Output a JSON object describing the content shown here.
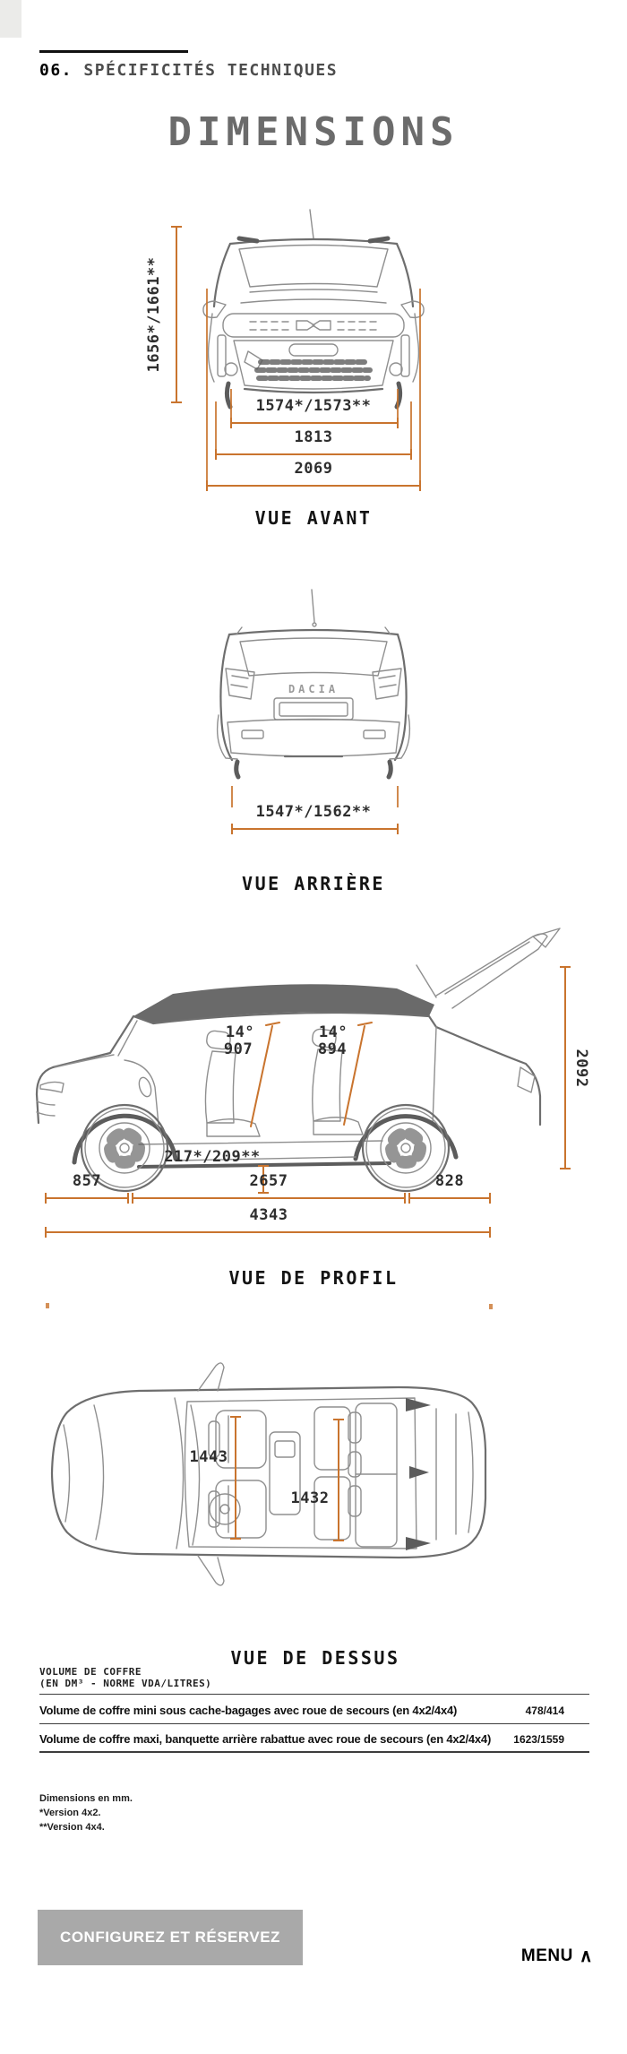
{
  "header": {
    "section_number": "06.",
    "section_title": "SPÉCIFICITÉS TECHNIQUES"
  },
  "title": "DIMENSIONS",
  "colors": {
    "accent": "#c9742e",
    "ink": "#1a1a1a",
    "title_gray": "#6b6b6b",
    "button_bg": "#a9a9a9"
  },
  "views": {
    "front": {
      "caption": "VUE AVANT",
      "height": "1656*/1661**",
      "track": "1574*/1573**",
      "body_width": "1813",
      "overall_width": "2069"
    },
    "rear": {
      "caption": "VUE ARRIÈRE",
      "badge": "DACIA",
      "track": "1547*/1562**"
    },
    "profile": {
      "caption": "VUE DE PROFIL",
      "front_seat_angle": "14°",
      "front_seat_height": "907",
      "rear_seat_angle": "14°",
      "rear_seat_height": "894",
      "overall_height": "2092",
      "ground_clearance": "217*/209**",
      "front_overhang": "857",
      "wheelbase": "2657",
      "rear_overhang": "828",
      "overall_length": "4343"
    },
    "top": {
      "caption": "VUE DE DESSUS",
      "front_interior_width": "1443",
      "rear_interior_width": "1432"
    }
  },
  "boot_table": {
    "title_line1": "VOLUME DE COFFRE",
    "title_line2": "(EN DM³ - NORME VDA/LITRES)",
    "rows": [
      {
        "label": "Volume de coffre mini sous cache-bagages avec roue de secours (en 4x2/4x4)",
        "value": "478/414"
      },
      {
        "label": "Volume de coffre maxi, banquette arrière rabattue avec roue de secours (en 4x2/4x4)",
        "value": "1623/1559"
      }
    ]
  },
  "footnotes": [
    "Dimensions en mm.",
    "*Version 4x2.",
    "**Version 4x4."
  ],
  "footer": {
    "cta_label": "CONFIGUREZ ET RÉSERVEZ",
    "menu_label": "MENU",
    "menu_caret": "∧"
  }
}
